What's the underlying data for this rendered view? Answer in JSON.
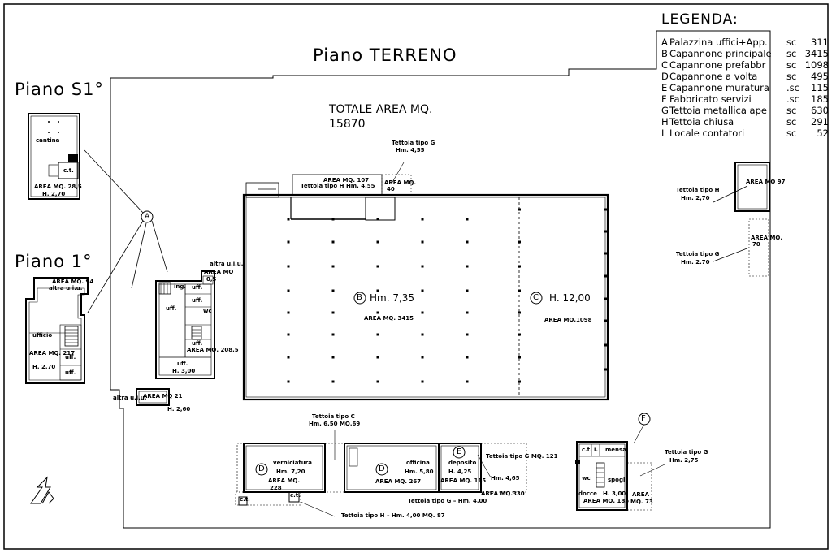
{
  "title": "Piano TERRENO",
  "floor_s1": "Piano S1°",
  "floor_1": "Piano 1°",
  "total_label": "TOTALE AREA MQ.",
  "total_value": "15870",
  "legend": {
    "title": "LEGENDA:",
    "items": [
      {
        "key": "A",
        "name": "Palazzina uffici+App.",
        "unit": "sc",
        "value": "311"
      },
      {
        "key": "B",
        "name": "Capannone principale",
        "unit": "sc",
        "value": "3415"
      },
      {
        "key": "C",
        "name": "Capannone prefabbr",
        "unit": "sc",
        "value": "1098"
      },
      {
        "key": "D",
        "name": "Capannone a volta",
        "unit": "sc",
        "value": "495"
      },
      {
        "key": "E",
        "name": "Capannone muratura",
        "unit": ".sc",
        "value": "115"
      },
      {
        "key": "F",
        "name": "Fabbricato servizi",
        "unit": ".sc",
        "value": "185"
      },
      {
        "key": "G",
        "name": "Tettoia metallica ape",
        "unit": "sc",
        "value": "630"
      },
      {
        "key": "H",
        "name": "Tettoia chiusa",
        "unit": "sc",
        "value": "291"
      },
      {
        "key": "I",
        "name": "Locale contatori",
        "unit": "sc",
        "value": "52"
      }
    ]
  },
  "markers": {
    "A": "A",
    "B": "B",
    "C": "C",
    "D1": "D",
    "D2": "D",
    "E": "E",
    "F": "F"
  },
  "labels": {
    "s1_cantina": "cantina",
    "s1_ct": "c.t.",
    "s1_area": "AREA MQ. 28,5",
    "s1_h": "H. 2,70",
    "p1_area94": "AREA MQ. 94",
    "p1_altra": "altra u.i.u.",
    "p1_ufficio": "ufficio",
    "p1_area": "AREA MQ. 217",
    "p1_h": "H. 2,70",
    "p1_uff1": "uff.",
    "p1_uff2": "uff.",
    "a_altra": "altra u.i.u.",
    "a_areamq": "AREA MQ",
    "a_05": "0,5",
    "a_ing": "ing.",
    "a_uff1": "uff.",
    "a_uff2": "uff.",
    "a_uff3": "uff.",
    "a_uff4": "uff.",
    "a_wc": "wc",
    "a_area": "AREA MQ. 208,5",
    "a_uff5": "uff.",
    "a_h": "H. 3,00",
    "altra_uiu": "altra u.i.u.",
    "i_area": "AREA MQ 21",
    "i_h": "H. 2,60",
    "g_top": "Tettoia tipo G",
    "g_top_h": "Hm. 4,55",
    "h_top_area": "AREA MQ. 107",
    "h_top_name": "Tettoia tipo H   Hm. 4,55",
    "g_top_area": "AREA MQ.",
    "g_top_area_v": "40",
    "b_h": "Hm. 7,35",
    "b_area": "AREA MQ. 3415",
    "c_h": "H. 12,00",
    "c_area": "AREA MQ.1098",
    "h_right_name": "Tettoia tipo H",
    "h_right_h": "Hm. 2,70",
    "h_right_area": "AREA MQ 97",
    "g_right_name": "Tettoia tipo G",
    "g_right_h": "Hm. 2.70",
    "g_right_area": "AREA MQ.",
    "g_right_area_v": "70",
    "c_tet_name": "Tettoia tipo C",
    "c_tet_h": "Hm. 6,50 MQ.69",
    "d1_name": "verniciatura",
    "d1_h": "Hm. 7,20",
    "d1_area": "AREA MQ.",
    "d1_area_v": "228",
    "d2_name": "officina",
    "d2_h": "Hm. 5,80",
    "d2_area": "AREA MQ. 267",
    "e_name": "deposito",
    "e_h": "H. 4,25",
    "e_area": "AREA MQ. 115",
    "g_mid_name": "Tettoia tipo G MQ. 121",
    "g_mid_h": "Hm. 4,65",
    "g_mid_area": "AREA MQ.330",
    "g_bot": "Tettoia tipo G –  Hm. 4,00",
    "h_bot": "Tettoia tipo H –  Hm. 4,00 MQ. 87",
    "ct_bot": "c.t.",
    "ct_bot2": "c.t.",
    "f_ct": "c.t.",
    "f_i": "i.",
    "f_mensa": "mensa",
    "f_wc": "wc",
    "f_spogl": "spogl.",
    "f_docce": "docce",
    "f_h": "H. 3,00",
    "f_area": "AREA MQ. 185",
    "f_area2": "AREA",
    "f_area2_v": "MQ. 73",
    "g_f_name": "Tettoia tipo G",
    "g_f_h": "Hm. 2,75"
  }
}
